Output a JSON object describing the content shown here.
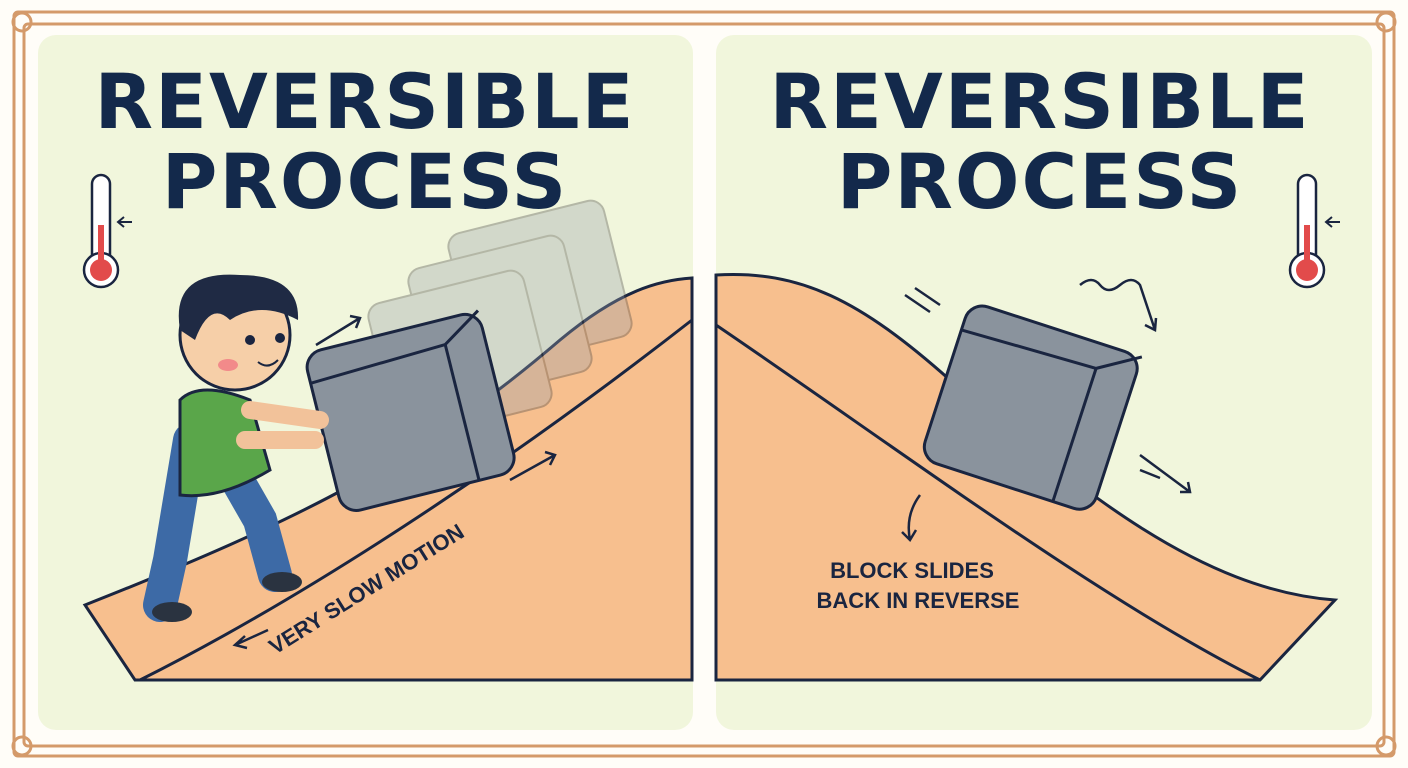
{
  "left_panel": {
    "title_line1": "REVERSIBLE",
    "title_line2": "PROCESS",
    "motion_label": "VERY SLOW MOTION"
  },
  "right_panel": {
    "title_line1": "REVERSIBLE",
    "title_line2": "PROCESS",
    "caption_line1": "BLOCK SLIDES",
    "caption_line2": "BACK IN REVERSE"
  },
  "colors": {
    "panel_bg": "#f1f6dc",
    "frame": "#d49a6a",
    "hill": "#f7bf8e",
    "title": "#13294b",
    "block": "#8a939d"
  }
}
